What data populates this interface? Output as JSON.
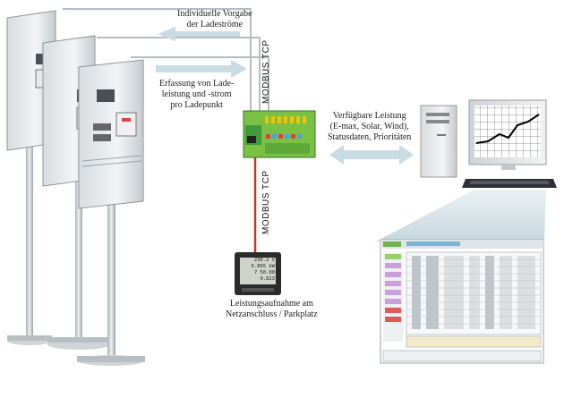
{
  "labels": {
    "top_line1": "Individuelle Vorgabe",
    "top_line2": "der Ladeströme",
    "mid_line1": "Erfassung von Lade-",
    "mid_line2": "leistung und -strom",
    "mid_line3": "pro Ladepunkt",
    "right_line1": "Verfügbare Leistung",
    "right_line2": "(E-max, Solar, Wind),",
    "right_line3": "Statusdaten, Prioritäten",
    "bottom_line1": "Leistungsaufnahme am",
    "bottom_line2": "Netzanschluss / Parkplatz",
    "modbus_top": "MODBUS TCP",
    "modbus_bottom": "MODBUS TCP"
  },
  "meter_display": {
    "line1": "230.2 V",
    "line2": "6.895 kW",
    "line3": "7 50.00",
    "line4": "9.823"
  },
  "colors": {
    "controller_green": "#7ac143",
    "controller_dark": "#2e7a2a",
    "cable": "#c0392b",
    "arrow": "#c9dbe3"
  }
}
